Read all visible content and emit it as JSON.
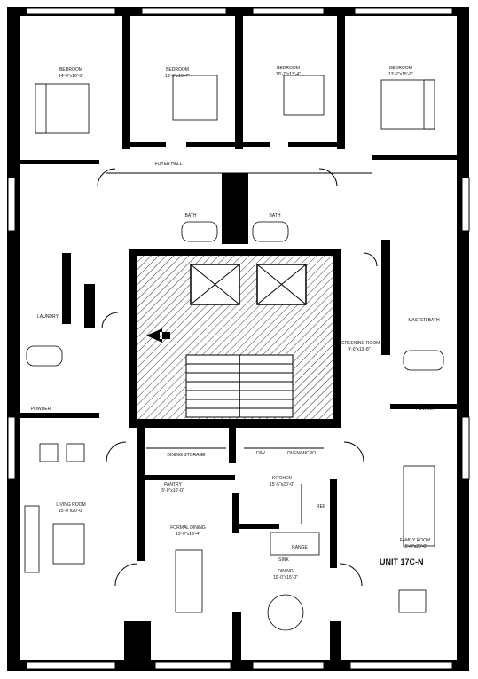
{
  "plan": {
    "unit_label": "UNIT 17C-N",
    "rooms": [
      {
        "id": "bedroom-1",
        "name": "BEDROOM",
        "dims": "14'-0\"x16'-5\""
      },
      {
        "id": "bedroom-2",
        "name": "BEDROOM",
        "dims": "13'-0\"x16'-7\""
      },
      {
        "id": "bedroom-3",
        "name": "BEDROOM",
        "dims": "10'-7\"x13'-4\""
      },
      {
        "id": "bedroom-4",
        "name": "BEDROOM",
        "dims": "13'-2\"x15'-6\""
      },
      {
        "id": "foyer-hall",
        "name": "FOYER HALL",
        "dims": ""
      },
      {
        "id": "bath-1",
        "name": "BATH",
        "dims": ""
      },
      {
        "id": "bath-2",
        "name": "BATH",
        "dims": ""
      },
      {
        "id": "powder-1",
        "name": "POWDER",
        "dims": ""
      },
      {
        "id": "powder-2",
        "name": "POWDER",
        "dims": ""
      },
      {
        "id": "laundry",
        "name": "LAUNDRY",
        "dims": ""
      },
      {
        "id": "master-bath",
        "name": "MASTER BATH",
        "dims": ""
      },
      {
        "id": "screening-room",
        "name": "SCREENING ROOM",
        "dims": "9'-0\"x13'-8\""
      },
      {
        "id": "dining-storage",
        "name": "DINING STORAGE",
        "dims": ""
      },
      {
        "id": "pantry",
        "name": "PANTRY",
        "dims": "5'-0\"x10'-0\""
      },
      {
        "id": "kitchen",
        "name": "KITCHEN",
        "dims": "15'-5\"x20'-0\""
      },
      {
        "id": "living-room",
        "name": "LIVING ROOM",
        "dims": "15'-0\"x20'-0\""
      },
      {
        "id": "formal-dining",
        "name": "FORMAL DINING",
        "dims": "13'-0\"x19'-4\""
      },
      {
        "id": "dining",
        "name": "DINING",
        "dims": "10'-0\"x15'-0\""
      },
      {
        "id": "family-room",
        "name": "FAMILY ROOM",
        "dims": "15'-0\"x20'-0\""
      }
    ],
    "annotations": [
      {
        "id": "dw",
        "text": "D/W"
      },
      {
        "id": "oven",
        "text": "OVEN/MICRO"
      },
      {
        "id": "ref",
        "text": "REF"
      },
      {
        "id": "range",
        "text": "RANGE"
      },
      {
        "id": "sink",
        "text": "SINK"
      }
    ]
  }
}
